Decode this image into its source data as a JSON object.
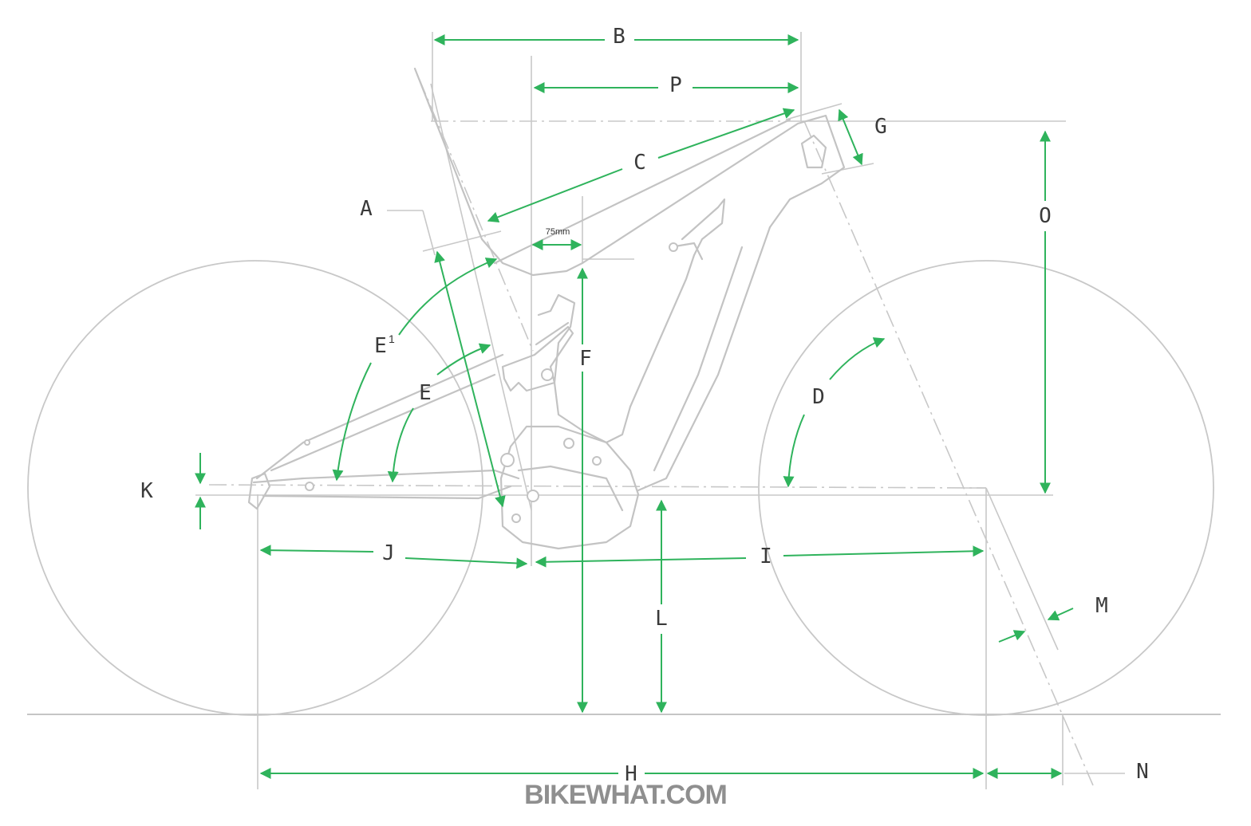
{
  "labels": {
    "a": "A",
    "b": "B",
    "c": "C",
    "d": "D",
    "e": "E",
    "e1": "E",
    "e1_sup": "1",
    "f": "F",
    "g": "G",
    "h": "H",
    "i": "I",
    "j": "J",
    "k": "K",
    "l": "L",
    "m": "M",
    "n": "N",
    "o": "O",
    "p": "P"
  },
  "offset_note": "75mm",
  "watermark": "BIKEWHAT.COM",
  "colors": {
    "arrow": "#2fb35c",
    "frame": "#c3c3c3",
    "label": "#3a3a3a",
    "watermark": "#8f8f8f"
  }
}
